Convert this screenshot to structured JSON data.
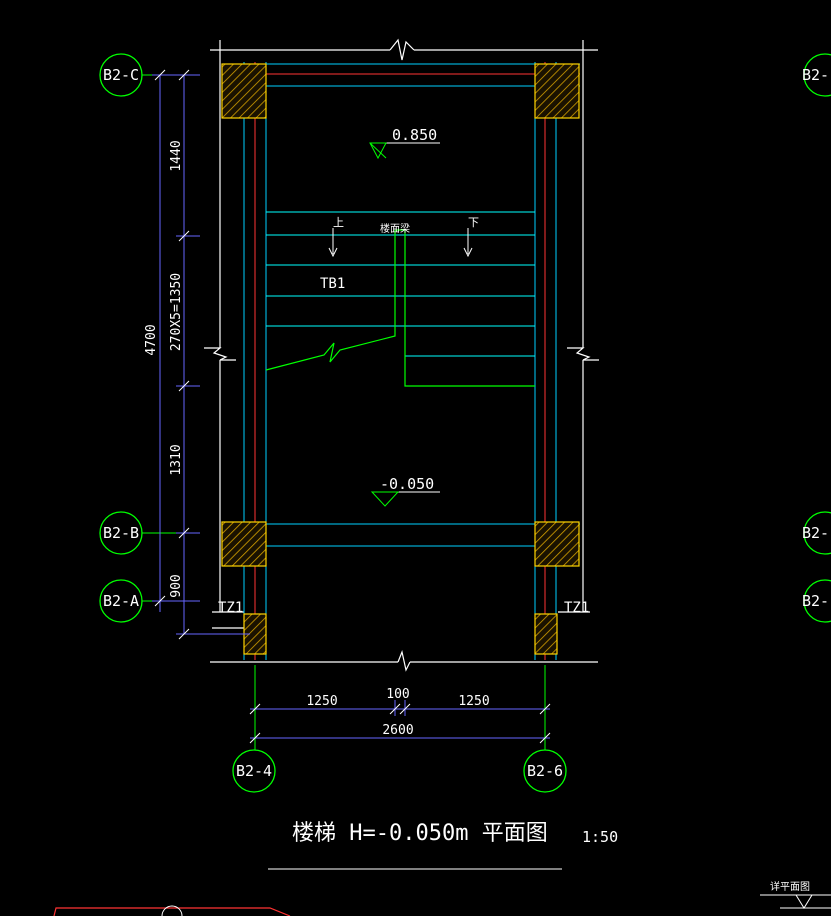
{
  "drawing": {
    "title": "楼梯 H=-0.050m 平面图",
    "scale": "1:50",
    "corner_label": "详平面图"
  },
  "axes": {
    "left": [
      "B2-C",
      "B2-B",
      "B2-A"
    ],
    "bottom": [
      "B2-4",
      "B2-6"
    ],
    "right_partial": [
      "B2-",
      "B2-",
      "B2-"
    ]
  },
  "levels": {
    "upper": "0.850",
    "lower": "-0.050"
  },
  "stair": {
    "up_label": "上",
    "down_label": "下",
    "beam_label": "楼面梁",
    "flight_label": "TB1",
    "column_left": "TZ1",
    "column_right": "TZ1"
  },
  "dimensions": {
    "vertical_total": "4700",
    "vertical_segments": [
      "1440",
      "270X5=1350",
      "1310",
      "900"
    ],
    "horizontal_segments": [
      "1250",
      "100",
      "1250"
    ],
    "horizontal_total": "2600"
  },
  "colors": {
    "axis_line": "#ff3333",
    "wall_line": "#ffffff",
    "stair_line": "#00ffff",
    "dim_line": "#6666ff",
    "break_line": "#00ff00",
    "column_fill": "#ffd400"
  }
}
